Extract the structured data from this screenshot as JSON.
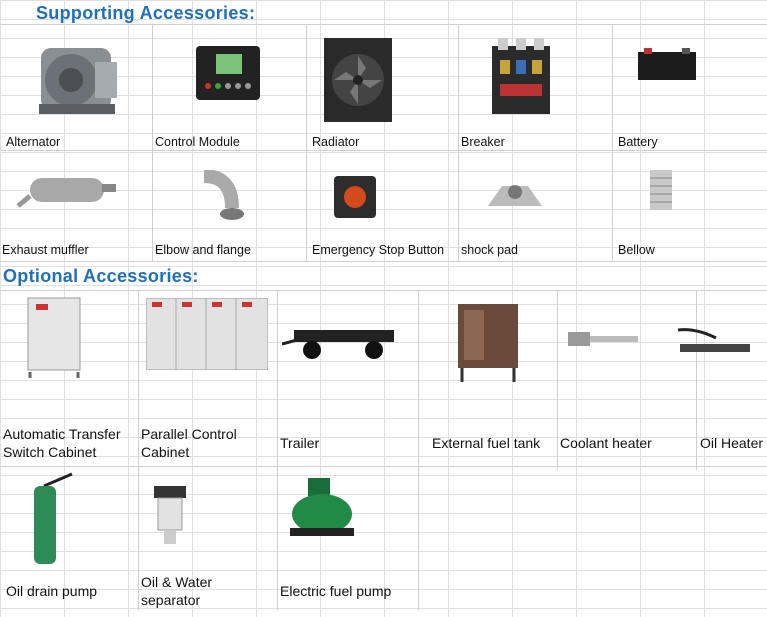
{
  "section_supporting": "Supporting  Accessories:",
  "section_optional": "Optional Accessories:",
  "row1": [
    "Alternator",
    "Control Module",
    "Radiator",
    "Breaker",
    "Battery"
  ],
  "row2": [
    "Exhaust muffler",
    "Elbow and flange",
    "Emergency Stop Button",
    "shock pad",
    "Bellow"
  ],
  "row3": [
    "Automatic Transfer\nSwitch Cabinet",
    "Parallel Control\nCabinet",
    "Trailer",
    "External fuel tank",
    "Coolant heater",
    "Oil Heater"
  ],
  "row4": [
    "Oil drain pump",
    "Oil & Water\nseparator",
    "Electric fuel pump"
  ],
  "colors": {
    "heading": "#1f6fbf",
    "grid": "#e0e0e0"
  }
}
